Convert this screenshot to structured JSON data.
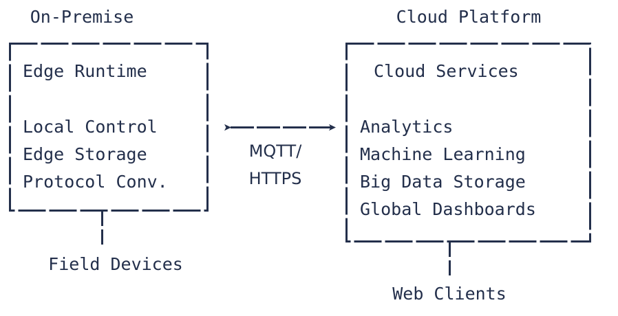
{
  "meta": {
    "ink_color": "#232f4b",
    "background_color": "#ffffff"
  },
  "groups": [
    {
      "id": "on-premise",
      "title": "On-Premise",
      "heading": "Edge Runtime",
      "items": [
        "Local Control",
        "Edge Storage",
        "Protocol Conv."
      ],
      "endpoint_label": "Field Devices"
    },
    {
      "id": "cloud-platform",
      "title": "Cloud Platform",
      "heading": "Cloud Services",
      "items": [
        "Analytics",
        "Machine Learning",
        "Big Data Storage",
        "Global Dashboards"
      ],
      "endpoint_label": "Web Clients"
    }
  ],
  "connection": {
    "label_line_1": "MQTT/",
    "label_line_2": "HTTPS",
    "direction": "bidirectional"
  }
}
